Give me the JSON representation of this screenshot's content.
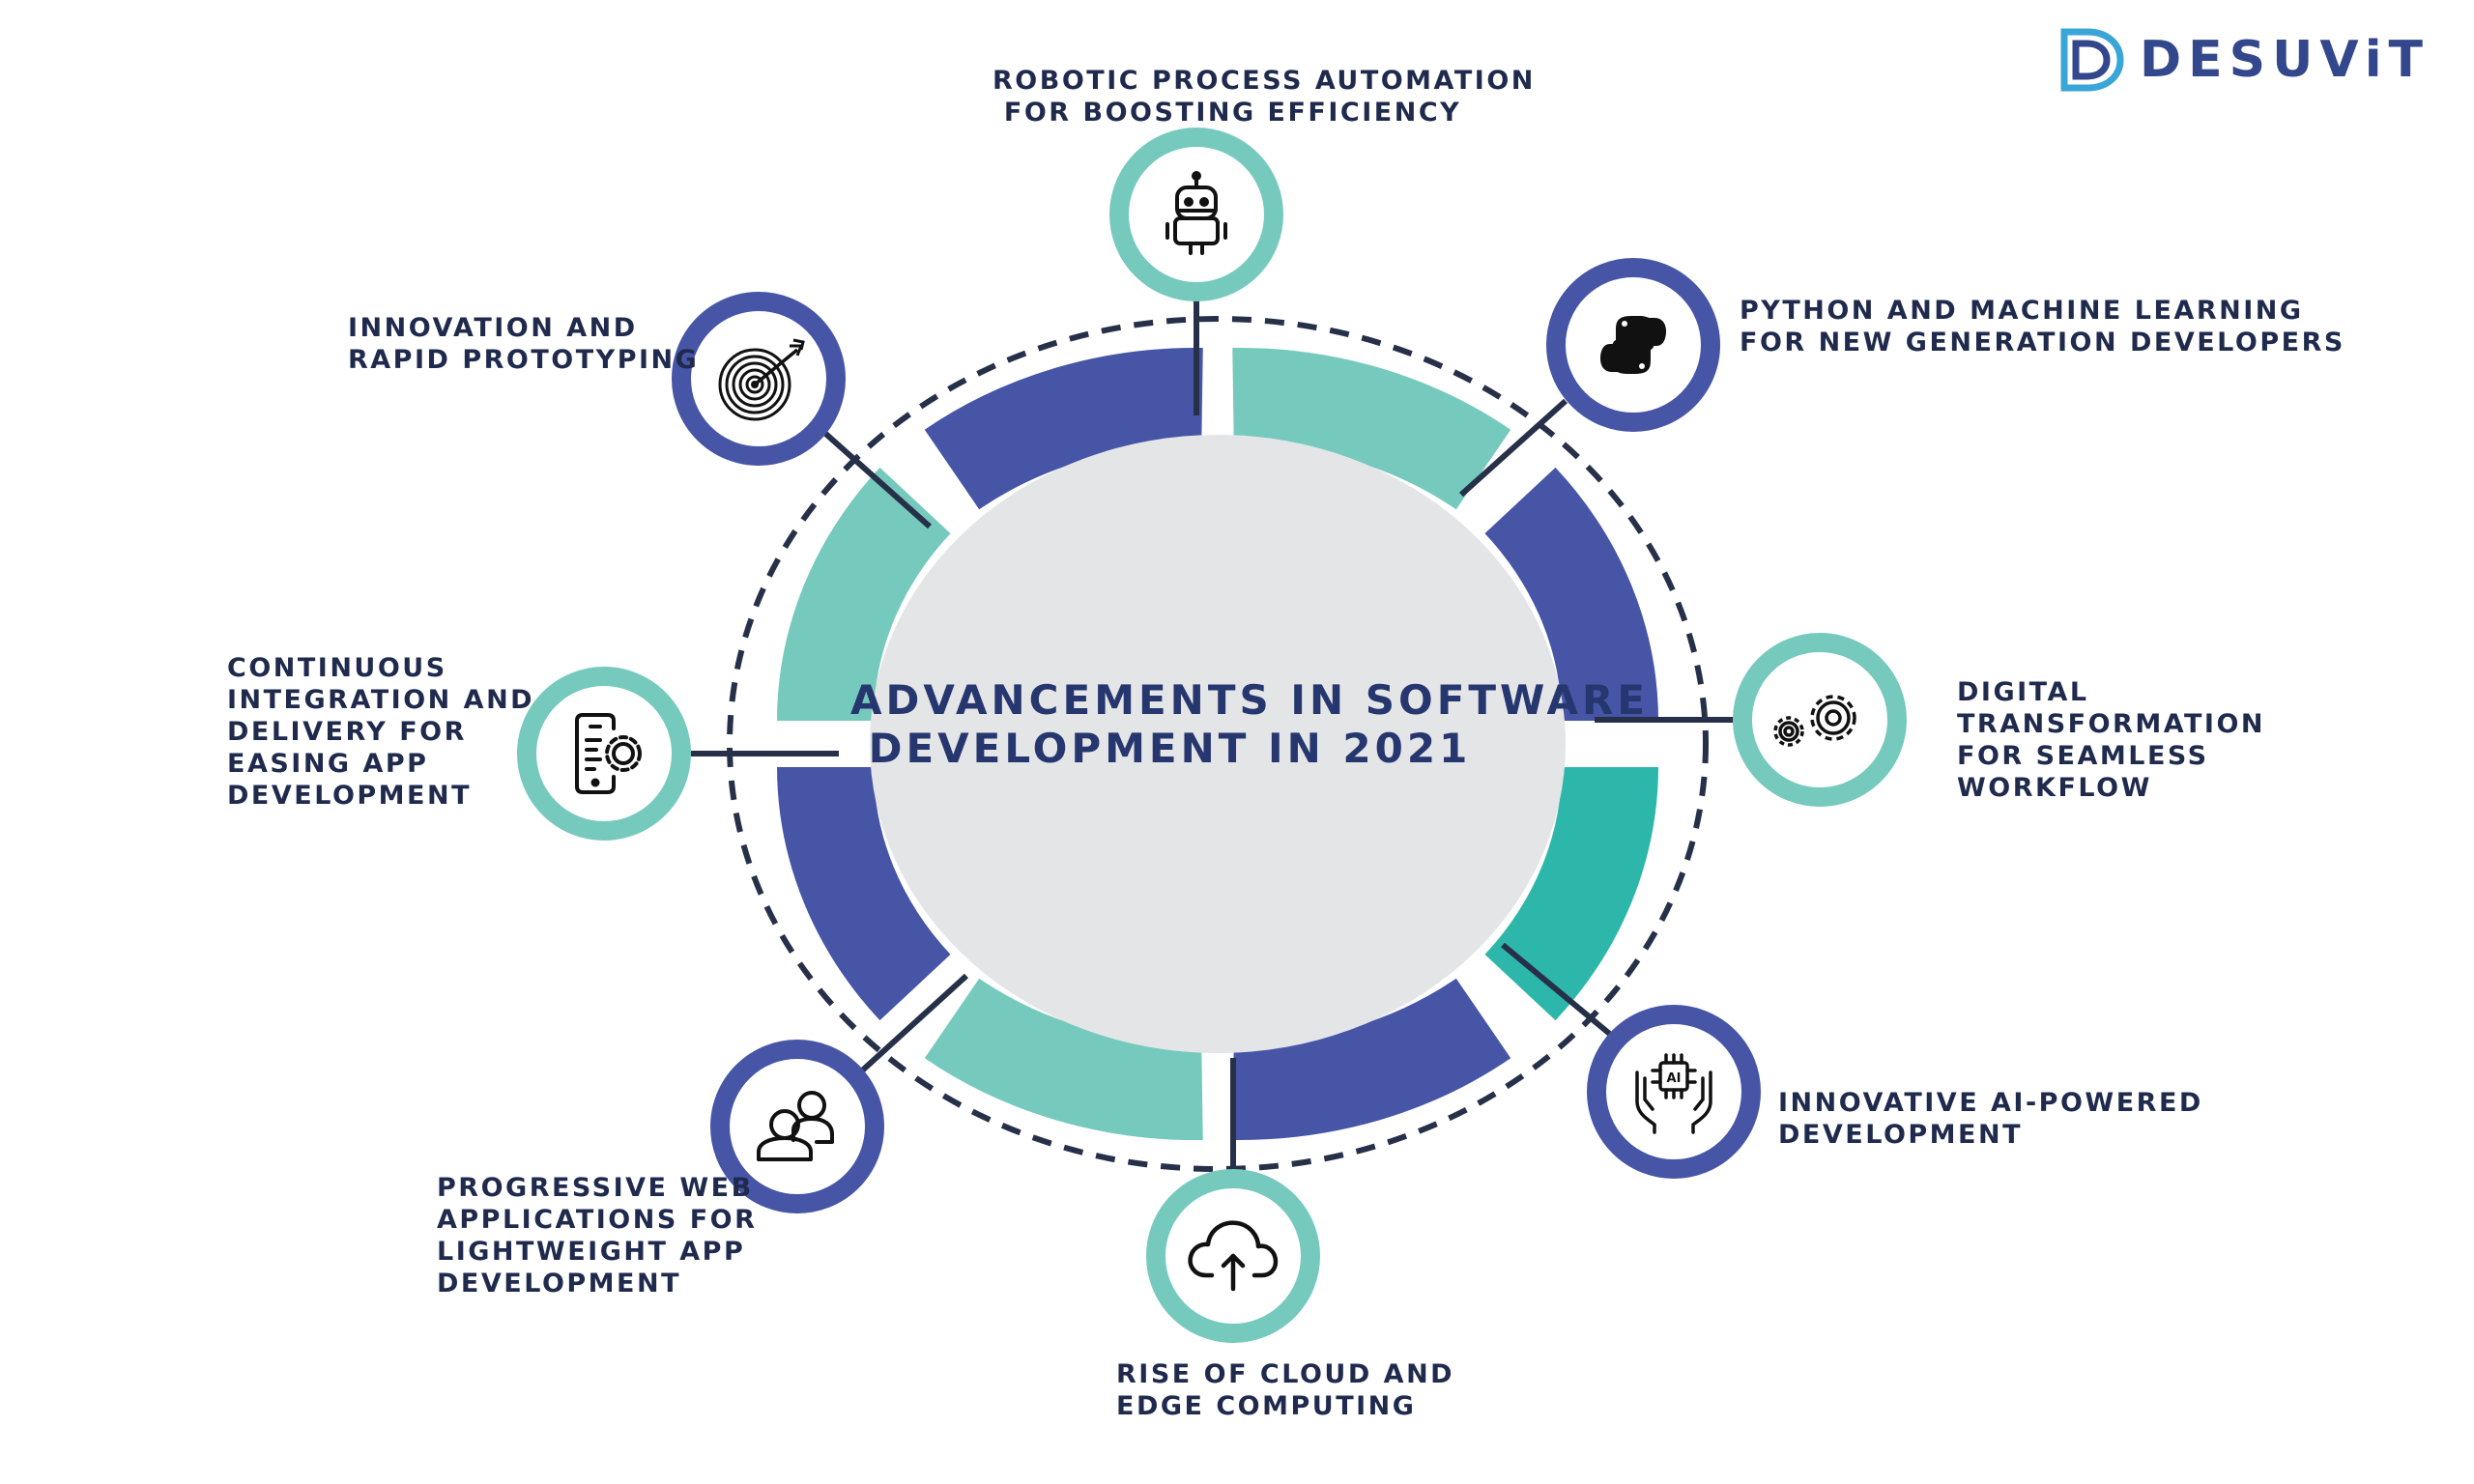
{
  "brand": {
    "name": "DESUViT"
  },
  "center": {
    "title": "ADVANCEMENTS IN SOFTWARE\n DEVELOPMENT IN 2021"
  },
  "topics": [
    {
      "label": "ROBOTIC PROCESS AUTOMATION\n FOR BOOSTING EFFICIENCY",
      "icon": "robot-icon"
    },
    {
      "label": "PYTHON AND MACHINE LEARNING\nFOR NEW GENERATION DEVELOPERS",
      "icon": "python-icon"
    },
    {
      "label": "DIGITAL\nTRANSFORMATION\nFOR SEAMLESS\nWORKFLOW",
      "icon": "gears-icon"
    },
    {
      "label": "INNOVATIVE AI-POWERED\nDEVELOPMENT",
      "icon": "ai-hands-icon"
    },
    {
      "label": "RISE OF CLOUD AND\nEDGE COMPUTING",
      "icon": "cloud-upload-icon"
    },
    {
      "label": "PROGRESSIVE WEB\nAPPLICATIONS FOR\nLIGHTWEIGHT APP\nDEVELOPMENT",
      "icon": "users-icon"
    },
    {
      "label": "CONTINUOUS\nINTEGRATION AND\nDELIVERY FOR\nEASING APP\nDEVELOPMENT",
      "icon": "mobile-settings-icon"
    },
    {
      "label": "INNOVATION AND\nRAPID PROTOTYPING",
      "icon": "target-icon"
    }
  ],
  "colors": {
    "navy": "#4655a6",
    "teal_light": "#76cabd",
    "teal_dark": "#2db7aa",
    "core": "#e4e5e6",
    "dashed": "#273049",
    "connector": "#273049",
    "text": "#1f2a4d"
  }
}
